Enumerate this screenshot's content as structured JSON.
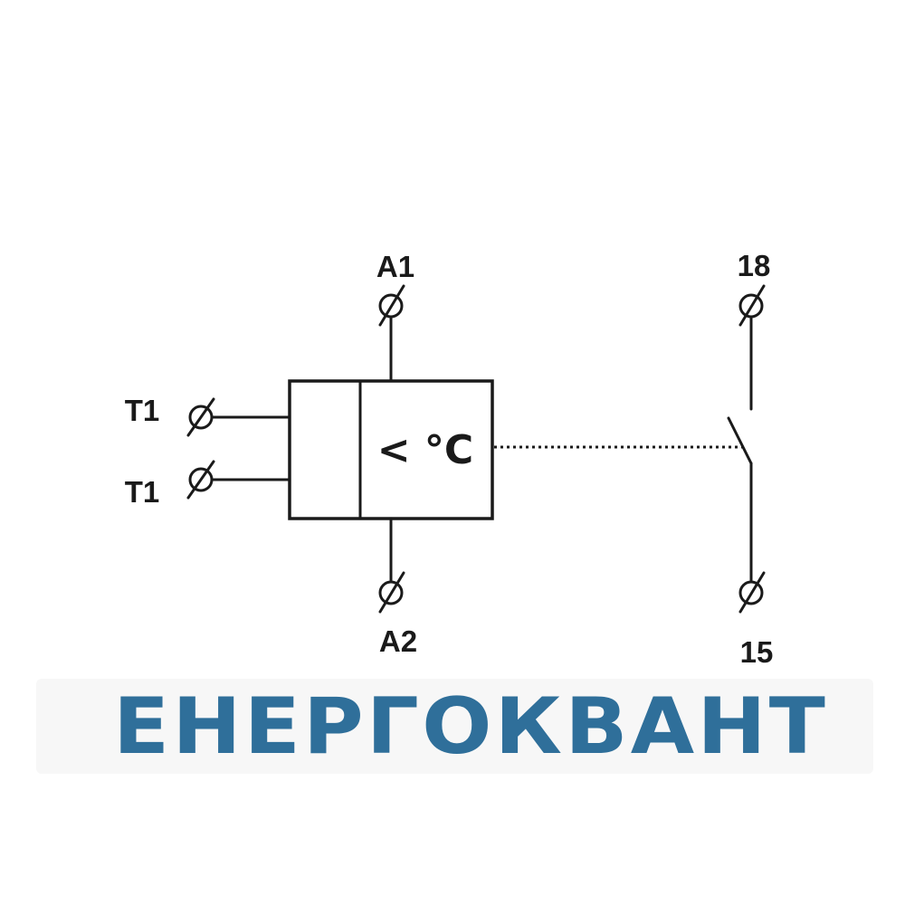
{
  "terminals": {
    "a1": "A1",
    "a2": "A2",
    "t1_top": "T1",
    "t1_bottom": "T1",
    "contact_18": "18",
    "contact_15": "15"
  },
  "relay": {
    "function_symbol": "< °C"
  },
  "logo": {
    "text": "ЕНЕРГОКВАНТ",
    "color": "#2f6f9a",
    "background": "#f7f7f7"
  },
  "icons": {
    "terminal": "screw-terminal-icon",
    "contact": "normally-open-contact-icon"
  }
}
